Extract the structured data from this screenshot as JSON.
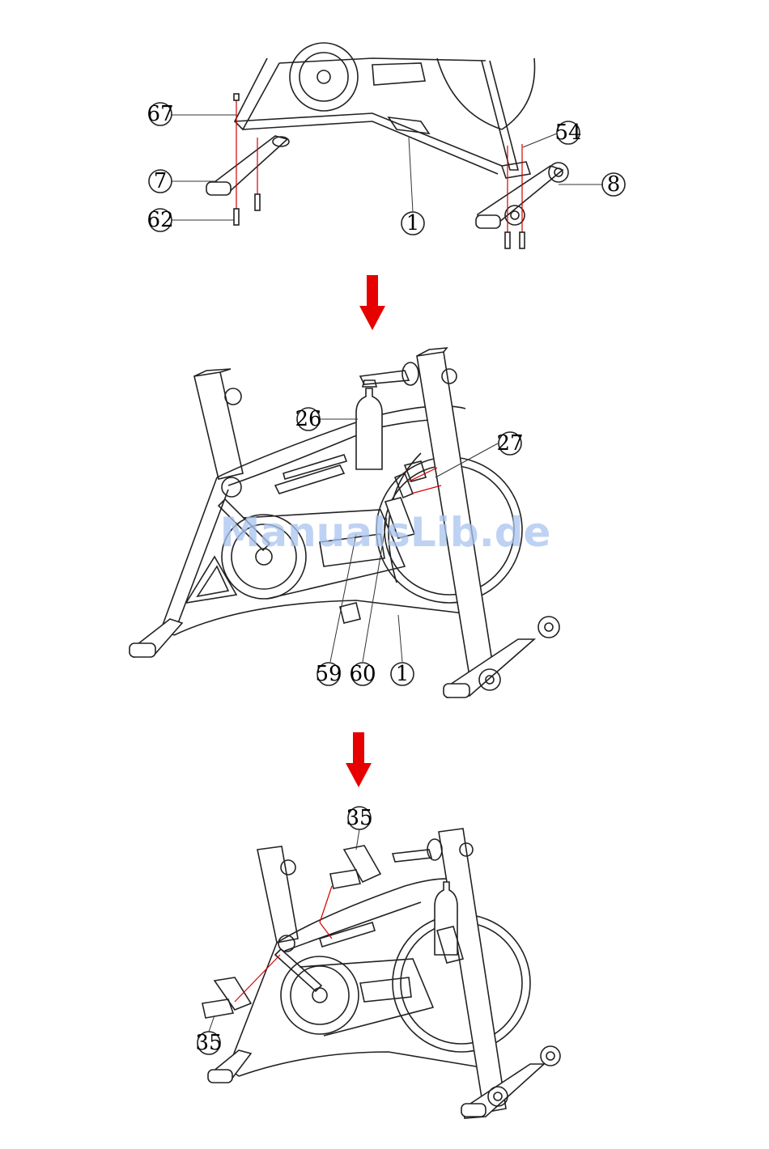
{
  "steps": [
    {
      "callouts": [
        {
          "id": "c-67",
          "text": "67"
        },
        {
          "id": "c-7",
          "text": "7"
        },
        {
          "id": "c-62",
          "text": "62"
        },
        {
          "id": "c-1a",
          "text": "1"
        },
        {
          "id": "c-54",
          "text": "54"
        },
        {
          "id": "c-8",
          "text": "8"
        }
      ]
    },
    {
      "callouts": [
        {
          "id": "c-26",
          "text": "26"
        },
        {
          "id": "c-27",
          "text": "27"
        },
        {
          "id": "c-59",
          "text": "59"
        },
        {
          "id": "c-60",
          "text": "60"
        },
        {
          "id": "c-1b",
          "text": "1"
        }
      ]
    },
    {
      "callouts": [
        {
          "id": "c-35a",
          "text": "35"
        },
        {
          "id": "c-35b",
          "text": "35"
        }
      ]
    }
  ],
  "arrow_color": "#e60000",
  "watermark": "ManualsLib.de"
}
